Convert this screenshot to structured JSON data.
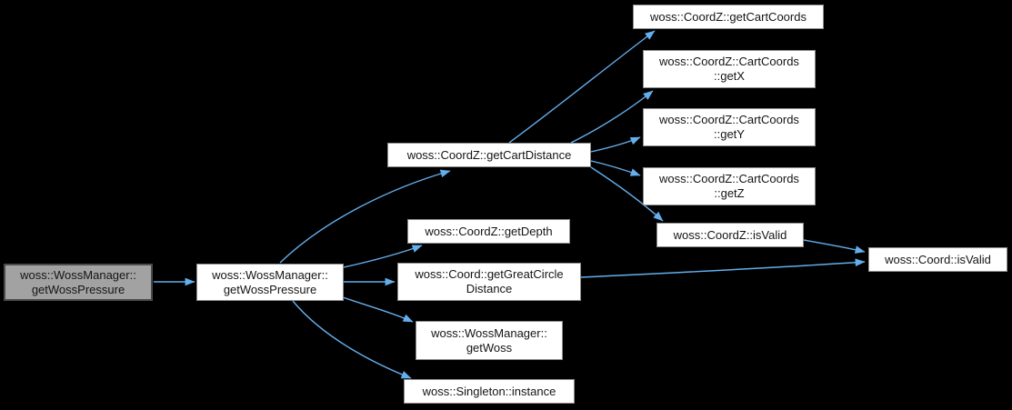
{
  "diagram": {
    "type": "call-graph",
    "colors": {
      "background": "#000000",
      "edge": "#63aeec",
      "node_fill": "#ffffff",
      "node_border": "#8e8e8e",
      "node_text": "#141414",
      "current_node_fill": "#a2a2a2",
      "current_node_border": "#4b4b4b"
    },
    "nodes": [
      {
        "id": "getwosspressure-current",
        "label": "woss::WossManager::\ngetWossPressure",
        "current": true
      },
      {
        "id": "getwosspressure",
        "label": "woss::WossManager::\ngetWossPressure",
        "current": false
      },
      {
        "id": "getcartdistance",
        "label": "woss::CoordZ::getCartDistance",
        "current": false
      },
      {
        "id": "getdepth",
        "label": "woss::CoordZ::getDepth",
        "current": false
      },
      {
        "id": "getgreatcircledistance",
        "label": "woss::Coord::getGreatCircle\nDistance",
        "current": false
      },
      {
        "id": "getwoss",
        "label": "woss::WossManager::\ngetWoss",
        "current": false
      },
      {
        "id": "instance",
        "label": "woss::Singleton::instance",
        "current": false
      },
      {
        "id": "getcartcoords",
        "label": "woss::CoordZ::getCartCoords",
        "current": false
      },
      {
        "id": "getx",
        "label": "woss::CoordZ::CartCoords\n::getX",
        "current": false
      },
      {
        "id": "gety",
        "label": "woss::CoordZ::CartCoords\n::getY",
        "current": false
      },
      {
        "id": "getz",
        "label": "woss::CoordZ::CartCoords\n::getZ",
        "current": false
      },
      {
        "id": "coordz-isvalid",
        "label": "woss::CoordZ::isValid",
        "current": false
      },
      {
        "id": "coord-isvalid",
        "label": "woss::Coord::isValid",
        "current": false
      }
    ],
    "edges": [
      {
        "from": "getwosspressure-current",
        "to": "getwosspressure"
      },
      {
        "from": "getwosspressure",
        "to": "getcartdistance"
      },
      {
        "from": "getwosspressure",
        "to": "getdepth"
      },
      {
        "from": "getwosspressure",
        "to": "getgreatcircledistance"
      },
      {
        "from": "getwosspressure",
        "to": "getwoss"
      },
      {
        "from": "getwosspressure",
        "to": "instance"
      },
      {
        "from": "getcartdistance",
        "to": "getcartcoords"
      },
      {
        "from": "getcartdistance",
        "to": "getx"
      },
      {
        "from": "getcartdistance",
        "to": "gety"
      },
      {
        "from": "getcartdistance",
        "to": "getz"
      },
      {
        "from": "getcartdistance",
        "to": "coordz-isvalid"
      },
      {
        "from": "coordz-isvalid",
        "to": "coord-isvalid"
      },
      {
        "from": "getgreatcircledistance",
        "to": "coord-isvalid"
      }
    ]
  }
}
